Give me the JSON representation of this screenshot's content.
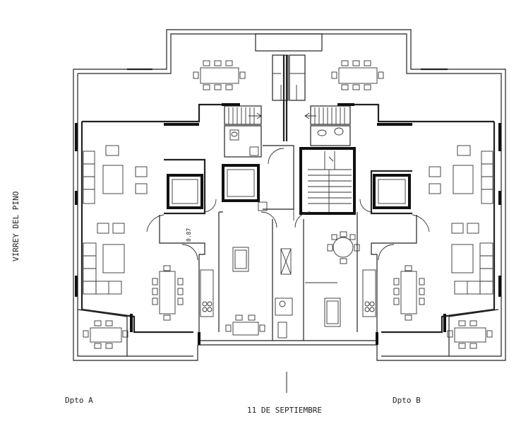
{
  "labels": {
    "street_side": "VIRREY DEL PINO",
    "street_front": "11 DE SEPTIEMBRE",
    "unit_a": "Dpto A",
    "unit_b": "Dpto B",
    "dimension": "0.87"
  }
}
